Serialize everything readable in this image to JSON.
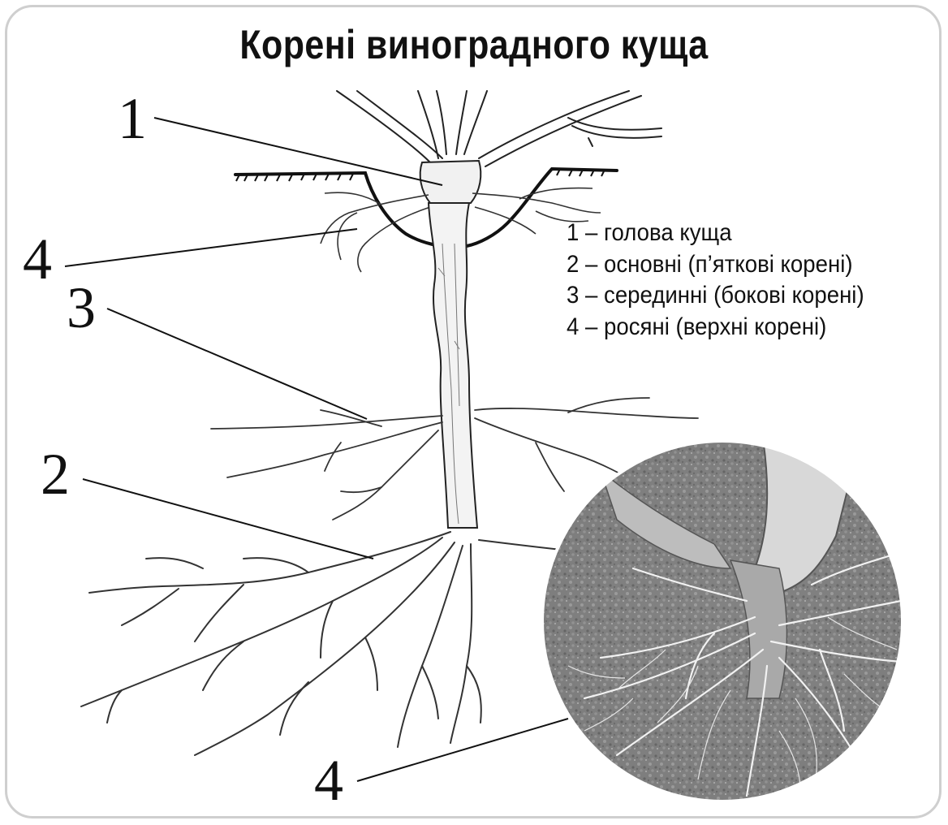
{
  "title": "Корені виноградного куща",
  "callouts": [
    "1",
    "4",
    "3",
    "2",
    "4"
  ],
  "legend": [
    "1 – голова куща",
    "2 – основні (п’яткові корені)",
    "3 – серединні (бокові корені)",
    "4 – росяні (верхні корені)"
  ]
}
